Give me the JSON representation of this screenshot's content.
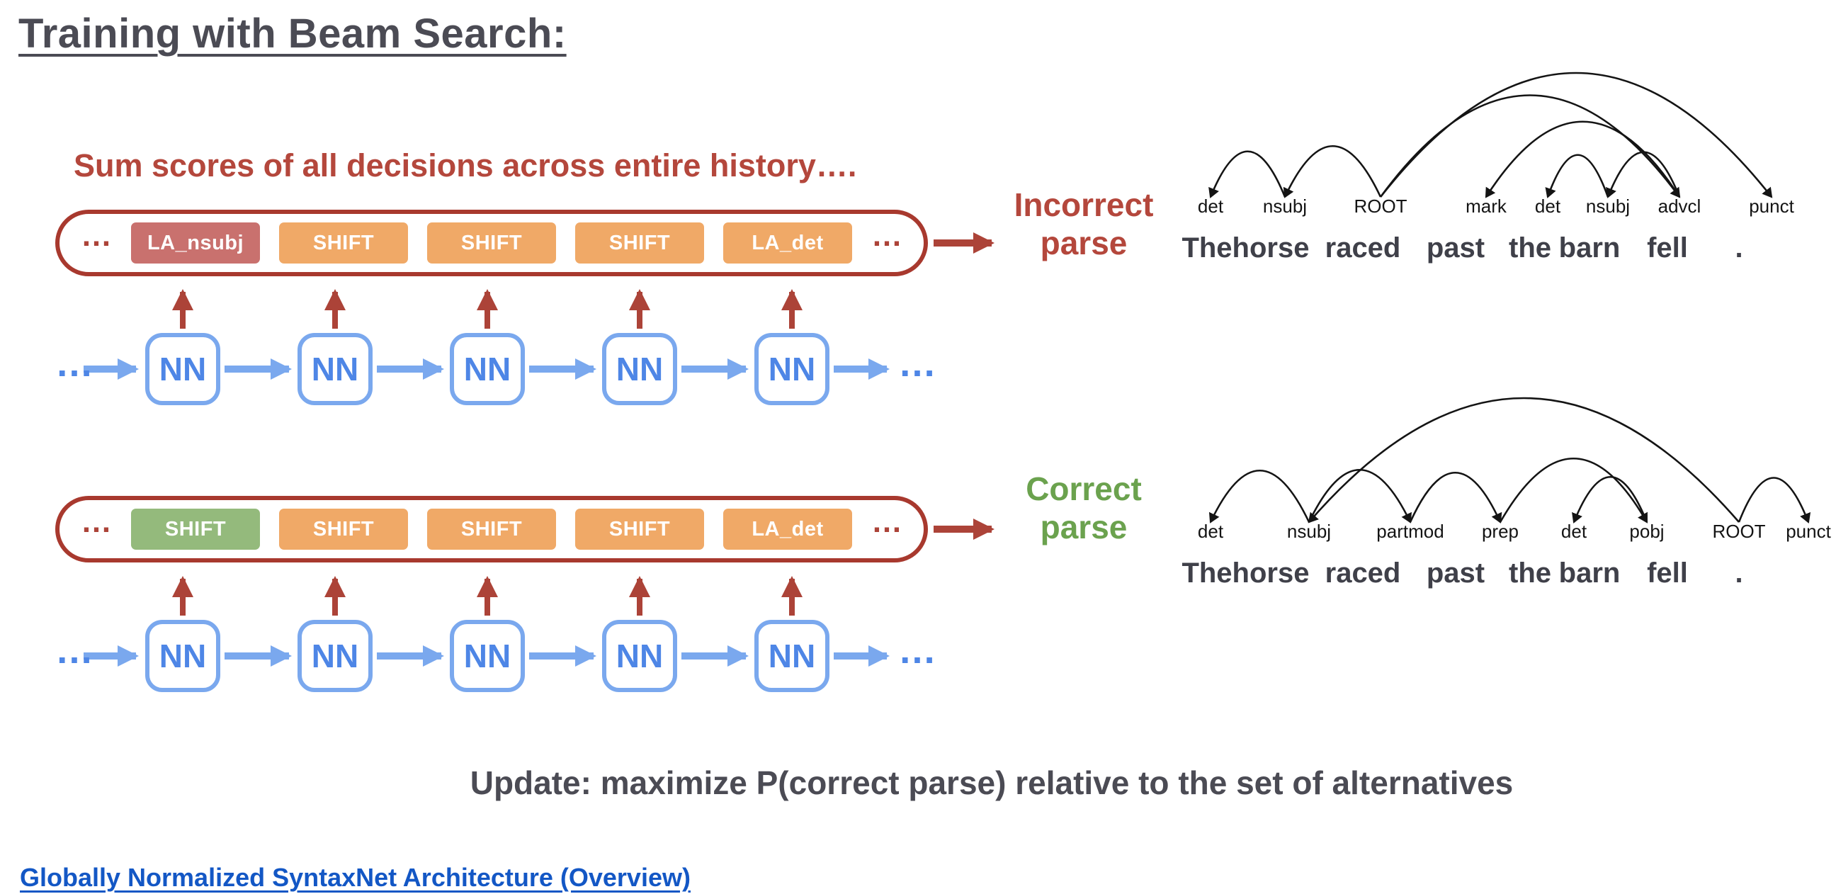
{
  "title": "Training with Beam Search:",
  "subtitle": "Sum scores of all decisions across entire history….",
  "nn_text": "NN",
  "ellipsis": "…",
  "update_text": "Update: maximize P(correct parse) relative to the set of alternatives",
  "footer_link": "Globally Normalized SyntaxNet Architecture (Overview)",
  "colors": {
    "red_accent": "#ac4338",
    "red_text": "#b4473c",
    "orange_action": "#f0a967",
    "wrong_action": "#c9716e",
    "correct_action": "#94ba7c",
    "green_text": "#6ba24e",
    "blue_accent": "#7aa8ee",
    "blue_text": "#4e86e6",
    "dark_text": "#4b4b54",
    "link_blue": "#1357c5"
  },
  "sequences": [
    {
      "id": "incorrect",
      "actions": [
        {
          "label": "LA_nsubj",
          "type": "wrong"
        },
        {
          "label": "SHIFT",
          "type": "neutral"
        },
        {
          "label": "SHIFT",
          "type": "neutral"
        },
        {
          "label": "SHIFT",
          "type": "neutral"
        },
        {
          "label": "LA_det",
          "type": "neutral"
        }
      ],
      "result": "Incorrect parse"
    },
    {
      "id": "correct",
      "actions": [
        {
          "label": "SHIFT",
          "type": "correct"
        },
        {
          "label": "SHIFT",
          "type": "neutral"
        },
        {
          "label": "SHIFT",
          "type": "neutral"
        },
        {
          "label": "SHIFT",
          "type": "neutral"
        },
        {
          "label": "LA_det",
          "type": "neutral"
        }
      ],
      "result": "Correct parse"
    }
  ],
  "parses": [
    {
      "id": "incorrect-parse",
      "words": [
        "The",
        "horse",
        "raced",
        "past",
        "the",
        "barn",
        "fell",
        "."
      ],
      "labels": [
        "det",
        "nsubj",
        "ROOT",
        "mark",
        "det",
        "nsubj",
        "advcl",
        "punct"
      ],
      "arcs": [
        {
          "head": 1,
          "dep": 0,
          "label": "det"
        },
        {
          "head": 2,
          "dep": 1,
          "label": "nsubj"
        },
        {
          "head": 6,
          "dep": 3,
          "label": "mark"
        },
        {
          "head": 5,
          "dep": 4,
          "label": "det"
        },
        {
          "head": 6,
          "dep": 5,
          "label": "nsubj"
        },
        {
          "head": 2,
          "dep": 6,
          "label": "advcl"
        },
        {
          "head": 2,
          "dep": 7,
          "label": "punct"
        }
      ]
    },
    {
      "id": "correct-parse",
      "words": [
        "The",
        "horse",
        "raced",
        "past",
        "the",
        "barn",
        "fell",
        "."
      ],
      "labels": [
        "det",
        "nsubj",
        "partmod",
        "prep",
        "det",
        "pobj",
        "ROOT",
        "punct"
      ],
      "arcs": [
        {
          "head": 1,
          "dep": 0,
          "label": "det"
        },
        {
          "head": 6,
          "dep": 1,
          "label": "nsubj"
        },
        {
          "head": 1,
          "dep": 2,
          "label": "partmod"
        },
        {
          "head": 2,
          "dep": 3,
          "label": "prep"
        },
        {
          "head": 3,
          "dep": 5,
          "label": "pobj"
        },
        {
          "head": 5,
          "dep": 4,
          "label": "det"
        },
        {
          "head": 6,
          "dep": 7,
          "label": "punct"
        }
      ]
    }
  ]
}
